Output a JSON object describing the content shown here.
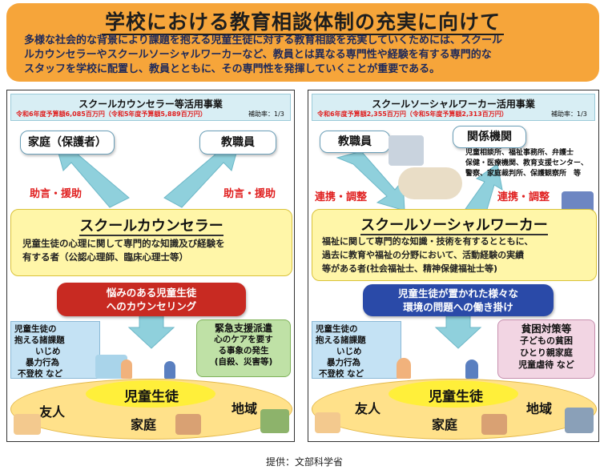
{
  "header": {
    "title": "学校における教育相談体制の充実に向けて",
    "intro_lines": [
      "多様な社会的な背景により課題を抱える児童生徒に対する教育相談を充実していくためには、スクール",
      "ルカウンセラーやスクールソーシャルワーカーなど、教員とは異なる専門性や経験を有する専門的な",
      "スタッフを学校に配置し、教員とともに、その専門性を発揮していくことが重要である。"
    ]
  },
  "left": {
    "project_name": "スクールカウンセラー等活用事業",
    "budget": "令和6年度予算額6,085百万円（令和5年度予算額5,889百万円）",
    "subsidy": "補助率：1/3",
    "role_family": "家庭（保護者）",
    "role_staff": "教職員",
    "advice_left": "助言・援助",
    "advice_right": "助言・援助",
    "professional_title": "スクールカウンセラー",
    "professional_desc": [
      "児童生徒の心理に関して専門的な知識及び経験を",
      "有する者（公認心理師、臨床心理士等）"
    ],
    "pill": [
      "悩みのある児童生徒",
      "へのカウンセリング"
    ],
    "issues": [
      "児童生徒の",
      "抱える諸課題",
      "いじめ",
      "暴力行為",
      "不登校 など"
    ],
    "emergency": [
      "緊急支援派遣",
      "心のケアを要す",
      "る事象の発生",
      "(自殺、災害等)"
    ],
    "circle": {
      "center": "児童生徒",
      "friends": "友人",
      "family": "家庭",
      "region": "地域"
    }
  },
  "right": {
    "project_name": "スクールソーシャルワーカー活用事業",
    "budget": "令和6年度予算額2,355百万円（令和5年度予算額2,313百万円）",
    "subsidy": "補助率：1/3",
    "role_staff": "教職員",
    "role_agencies": "関係機関",
    "agencies_list": [
      "児童相談所、福祉事務所、弁護士",
      "保健・医療機関、教育支援センター、",
      "警察、家庭裁判所、保護観察所　等"
    ],
    "link_left": "連携・調整",
    "link_right": "連携・調整",
    "professional_title": "スクールソーシャルワーカー",
    "professional_desc": [
      "福祉に関して専門的な知識・技術を有するとともに、",
      "過去に教育や福祉の分野において、活動経験の実績",
      "等がある者(社会福祉士、精神保健福祉士等)"
    ],
    "pill": [
      "児童生徒が置かれた様々な",
      "環境の問題への働き掛け"
    ],
    "issues": [
      "児童生徒の",
      "抱える諸課題",
      "いじめ",
      "暴力行為",
      "不登校 など"
    ],
    "poverty": [
      "貧困対策等",
      "子どもの貧困",
      "ひとり親家庭",
      "児童虐待 など"
    ],
    "circle": {
      "center": "児童生徒",
      "friends": "友人",
      "family": "家庭",
      "region": "地域"
    }
  },
  "footer": {
    "credit": "提供：文部科学省"
  },
  "colors": {
    "header_bg": "#f6a53a",
    "project_bg": "#d8eef4",
    "accent_red": "#e02020",
    "pill_red": "#c82a22",
    "pill_blue": "#2a4aa8",
    "arrow": "#8fd0dc",
    "yellow": "#fff6a8"
  }
}
